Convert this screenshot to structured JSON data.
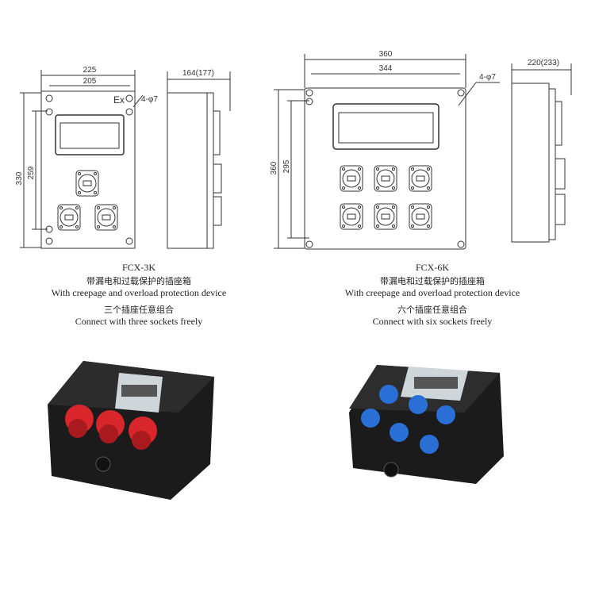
{
  "left_product": {
    "dims": {
      "width_outer": "225",
      "width_inner": "205",
      "height_outer": "330",
      "height_inner": "259",
      "depth": "164(177)",
      "holes": "4-φ7",
      "ex_mark": "Ex"
    },
    "model": "FCX-3K",
    "title_zh": "带漏电和过载保护的插座箱",
    "title_en": "With creepage and overload protection device",
    "subtitle_zh": "三个插座任意组合",
    "subtitle_en": "Connect with three  sockets freely",
    "socket_color": "#d8262a",
    "socket_count": 3
  },
  "right_product": {
    "dims": {
      "width_outer": "360",
      "width_inner": "344",
      "height_outer": "360",
      "height_inner": "295",
      "depth": "220(233)",
      "holes": "4-φ7"
    },
    "model": "FCX-6K",
    "title_zh": "带漏电和过载保护的插座箱",
    "title_en": "With creepage and overload protection device",
    "subtitle_zh": "六个插座任意组合",
    "subtitle_en": "Connect with  six sockets freely",
    "socket_color": "#2a6fd6",
    "socket_count": 6
  }
}
